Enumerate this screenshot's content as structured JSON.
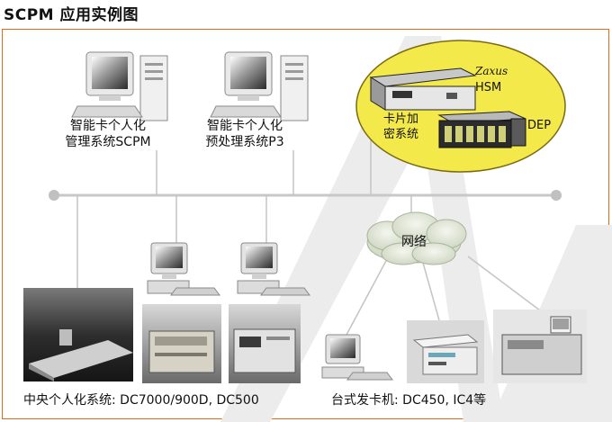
{
  "title": "SCPM 应用实例图",
  "nodes": {
    "scpm": {
      "line1": "智能卡个人化",
      "line2": "管理系统SCPM"
    },
    "p3": {
      "line1": "智能卡个人化",
      "line2": "预处理系统P3"
    },
    "encrypt": {
      "line1": "卡片加",
      "line2": "密系统"
    },
    "zaxus": "Zaxus",
    "hsm": "HSM",
    "dep": "DEP",
    "network": "网络"
  },
  "captions": {
    "central": "中央个人化系统: DC7000/900D, DC500",
    "desktop": "台式发卡机: DC450, IC4等"
  },
  "colors": {
    "frame": "#e06a1b",
    "ellipse": "#f3e94a",
    "bus": "#c8c8c8"
  }
}
